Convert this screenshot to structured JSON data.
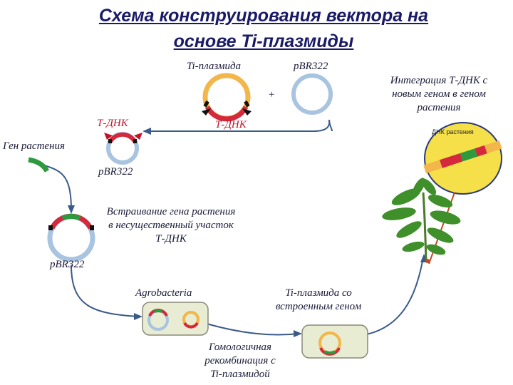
{
  "title": {
    "line1": "Схема конструирования вектора на",
    "line2": "основе Ti-плазмиды"
  },
  "labels": {
    "ti_plasmid": "Ti-плазмида",
    "pbr_top": "pBR322",
    "plus": "+",
    "tdna_left": "Т-ДНК",
    "tdna_right": "Т-ДНК",
    "plant_gene": "Ген растения",
    "pbr_mid": "pBR322",
    "insertion": [
      "Встраивание гена растения",
      "в несущественный участок",
      "Т-ДНК"
    ],
    "pbr_bottom": "pBR322",
    "agrobacteria": "Agrobacteria",
    "ti_with_gene": [
      "Ti-плазмида со",
      "встроенным геном"
    ],
    "homologous": [
      "Гомологичная",
      "рекомбинация с",
      "Ti-плазмидой"
    ],
    "integration": [
      "Интеграция Т-ДНК с",
      "новым геном в геном",
      "растения"
    ],
    "plant_dna": "ДНК растения"
  },
  "colors": {
    "title": "#1a1a66",
    "text": "#1a1a3a",
    "accent_red": "#c0142b",
    "arrow": "#3a5a8a",
    "ti_plasmid": "#f2b64a",
    "pbr322": "#a8c4e0",
    "tdna": "#d4283c",
    "plant_gene": "#2e9a3e",
    "nucleus": "#f6e04a",
    "pointer": "#c04a22"
  }
}
